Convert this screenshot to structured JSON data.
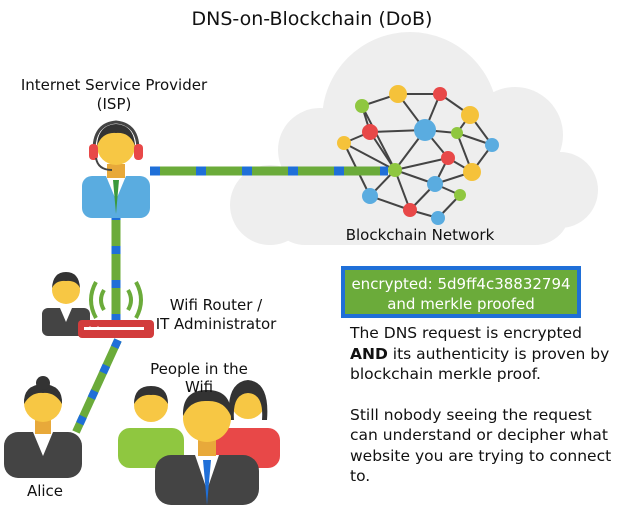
{
  "title": "DNS-on-Blockchain (DoB)",
  "isp": {
    "line1": "Internet Service Provider",
    "line2": "(ISP)"
  },
  "network": {
    "label": "Blockchain Network"
  },
  "router": {
    "line1": "Wifi Router /",
    "line2": "IT Administrator"
  },
  "people": {
    "label": "People in the Wifi"
  },
  "alice": {
    "label": "Alice"
  },
  "encrypted_box": {
    "line1": "encrypted: 5d9ff4c38832794",
    "line2": "and merkle proofed"
  },
  "description": {
    "p1_bold": "AND",
    "p1_start": "The DNS request is encrypted",
    "p1_end": "its authenticity is proven by blockchain merkle proof.",
    "p2": "Still nobody seeing the request can understand or decipher what website you are trying to connect to."
  },
  "colors": {
    "link_green": "#6bab3a",
    "link_blue": "#1f6fd8",
    "box_border": "#1f6fd8",
    "box_fill": "#6bab3a"
  },
  "icons": [
    "cloud-icon",
    "blockchain-network-icon",
    "isp-agent-icon",
    "router-admin-icon",
    "wifi-signal-icon",
    "people-group-icon",
    "alice-icon"
  ]
}
